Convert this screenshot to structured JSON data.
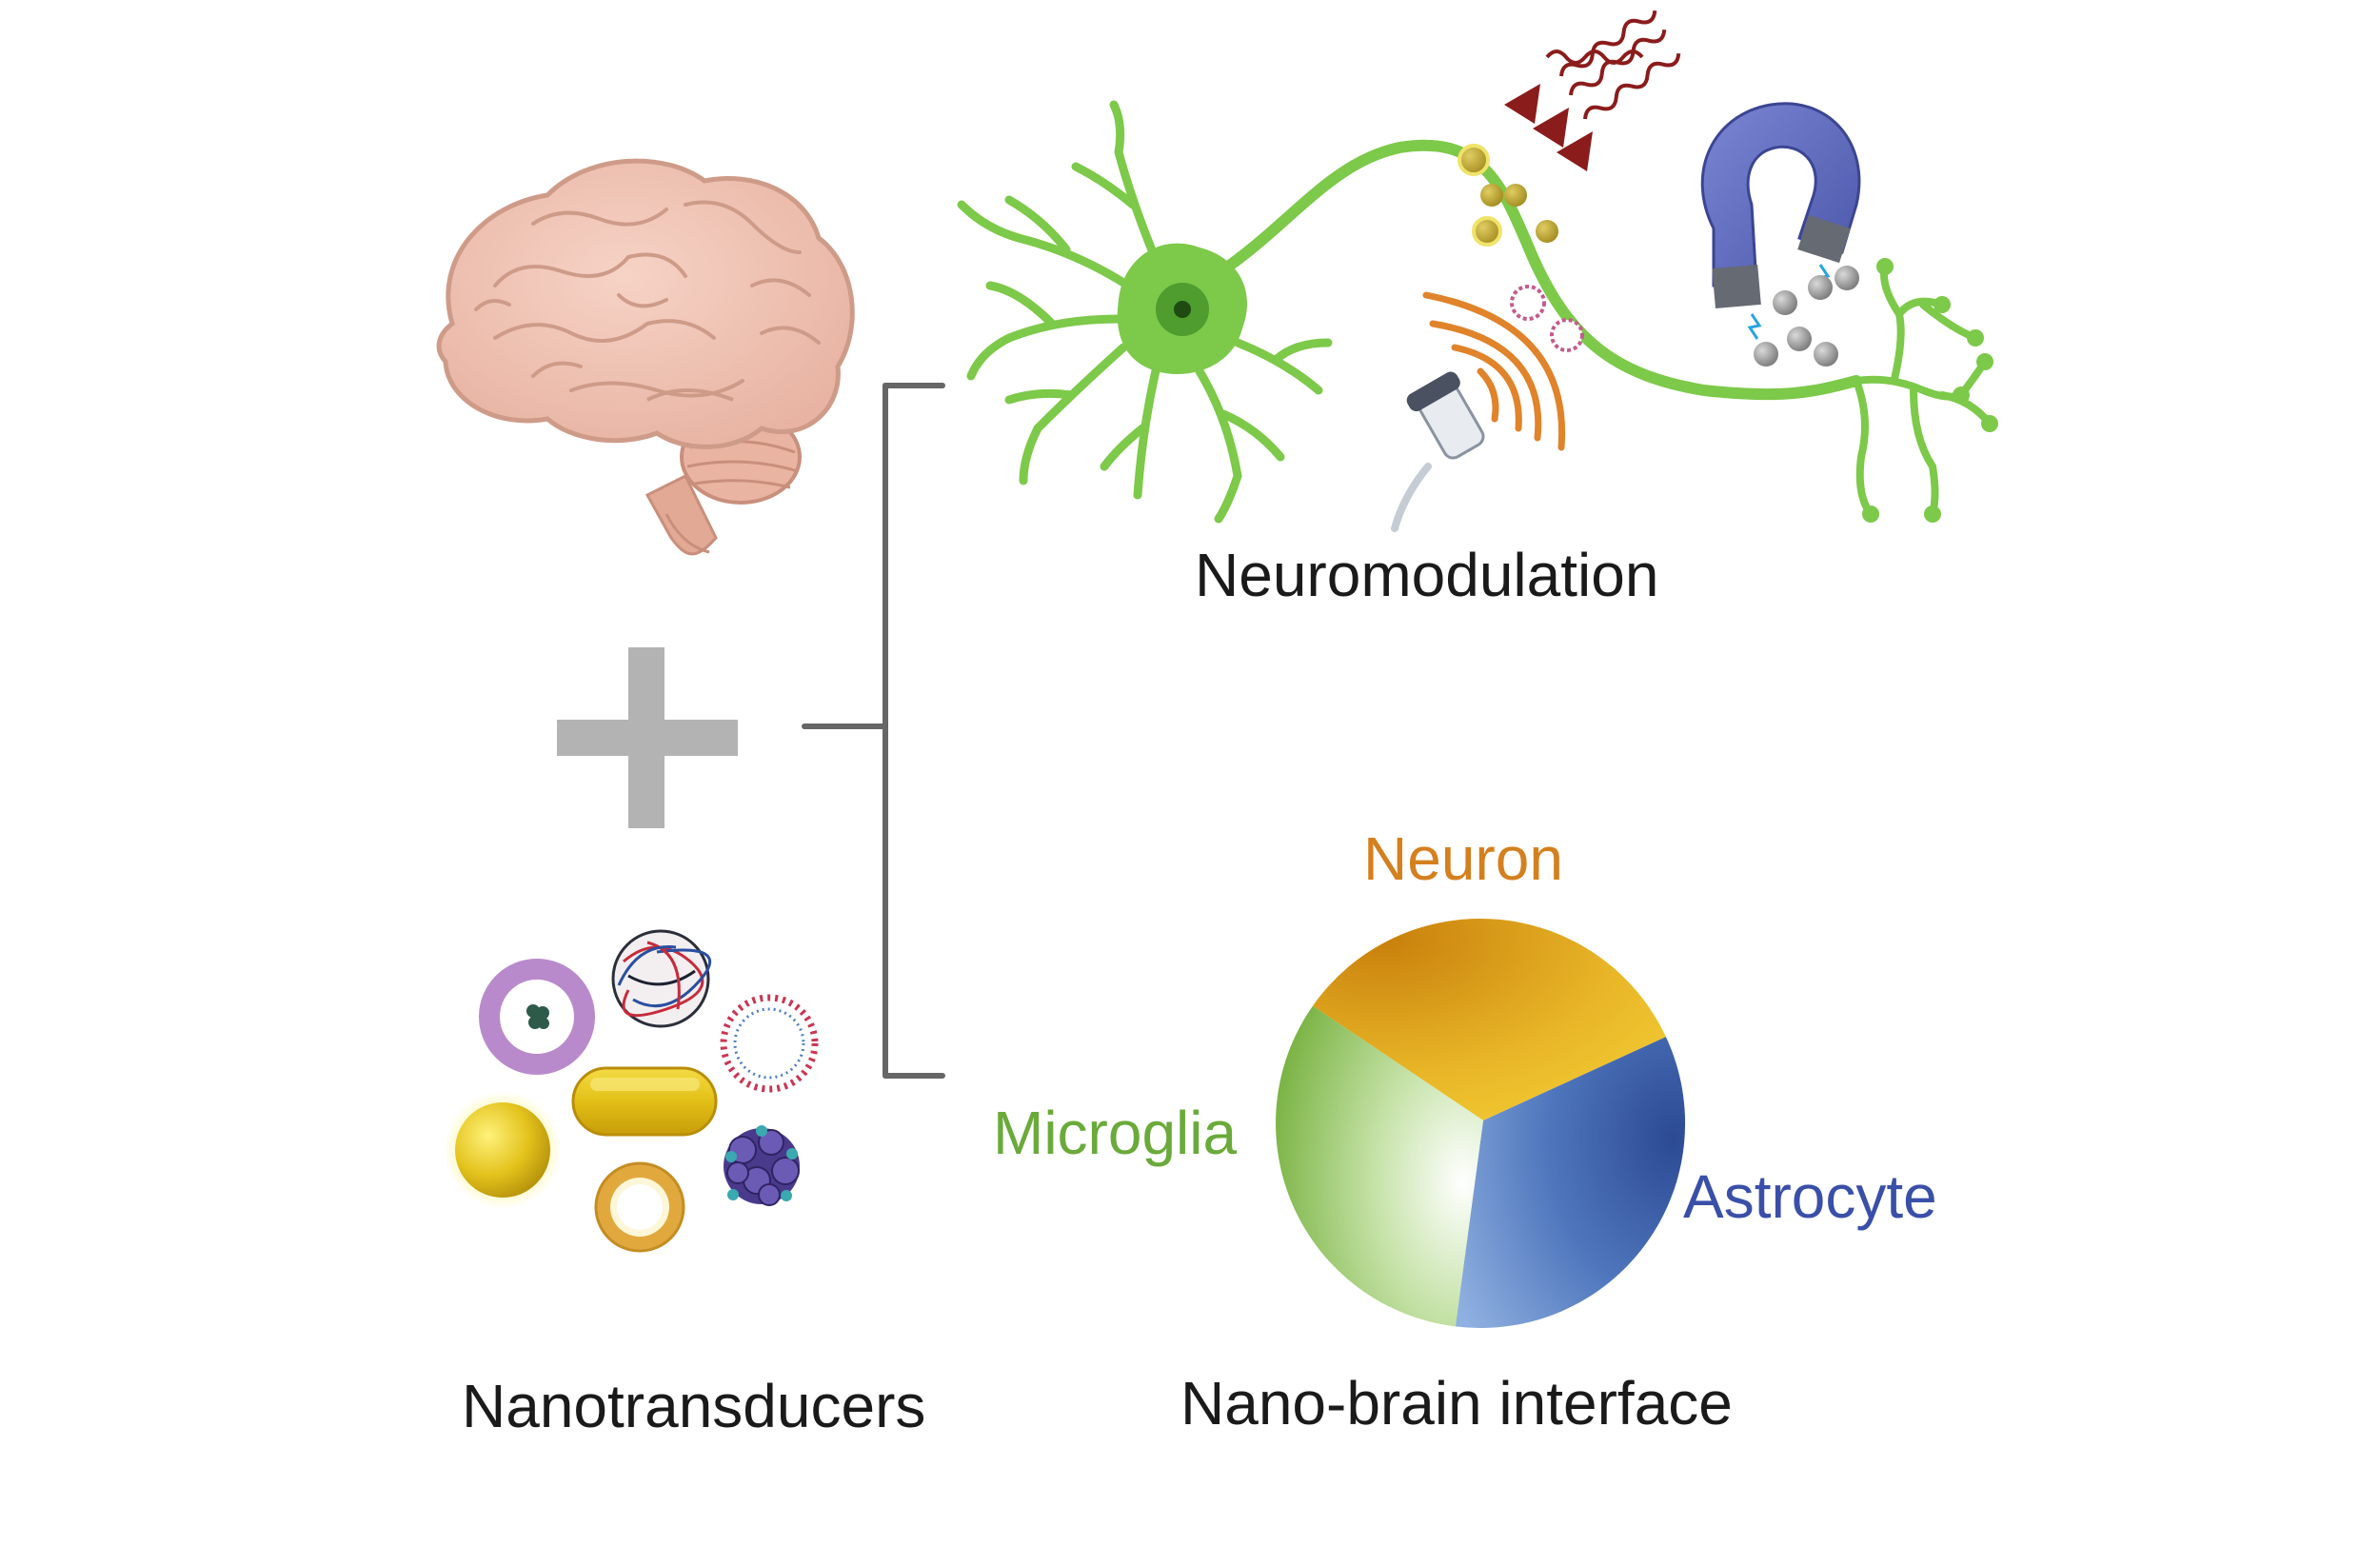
{
  "labels": {
    "neuromodulation": "Neuromodulation",
    "nanotransducers": "Nanotransducers",
    "interface": "Nano-brain interface"
  },
  "pie": {
    "segments": [
      {
        "label": "Neuron",
        "color": "#e8a317",
        "label_color": "#d4801e"
      },
      {
        "label": "Astrocyte",
        "color": "#4a6fb5",
        "label_color": "#3a4fa8"
      },
      {
        "label": "Microglia",
        "color": "#8cc152",
        "label_color": "#6aaa3a"
      }
    ]
  },
  "icons": {
    "brain": "brain-icon",
    "plus": "plus-icon",
    "neuron": "neuron-icon",
    "ultrasound": "ultrasound-probe-icon",
    "magnet": "magnet-icon",
    "light": "light-waves-icon"
  },
  "colors": {
    "neuron_green": "#7dc94a",
    "bracket_gray": "#666666",
    "plus_gray": "#b3b3b3"
  }
}
